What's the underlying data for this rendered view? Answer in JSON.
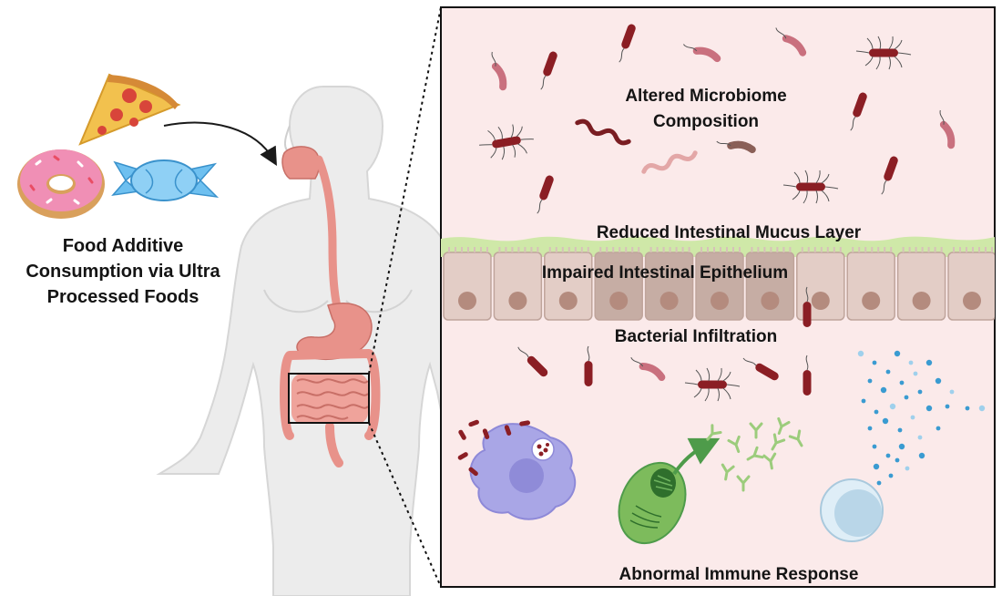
{
  "left_caption": {
    "line1": "Food Additive",
    "line2": "Consumption via Ultra",
    "line3": "Processed Foods"
  },
  "labels": {
    "microbiome_line1": "Altered Microbiome",
    "microbiome_line2": "Composition",
    "mucus": "Reduced Intestinal Mucus Layer",
    "epithelium": "Impaired Intestinal Epithelium",
    "infiltration": "Bacterial Infiltration",
    "immune": "Abnormal Immune Response"
  },
  "colors": {
    "panel_bg": "#fbeaea",
    "bacteria_dark": "#8b1e24",
    "bacteria_pink": "#c9707e",
    "mucus_green": "#cfe8a8",
    "epithelial_cell": "#e3cdc6",
    "damaged_cell": "#c6ada4",
    "nucleus": "#b48b7e",
    "body_gray": "#ececec",
    "gi_tract": "#e8928a",
    "immune_purple": "#a9a6e6",
    "plasma_green": "#7dbb5c",
    "antibody_green": "#9ccc7c",
    "cytokine_blue": "#3a9bd1"
  },
  "icons": [
    "pizza-icon",
    "donut-icon",
    "candy-icon",
    "human-body-icon",
    "rod-bacteria-icon",
    "flagellated-bacteria-icon",
    "macrophage-icon",
    "plasma-cell-icon",
    "antibody-icon",
    "cytokine-dots-icon",
    "lymphocyte-icon"
  ]
}
